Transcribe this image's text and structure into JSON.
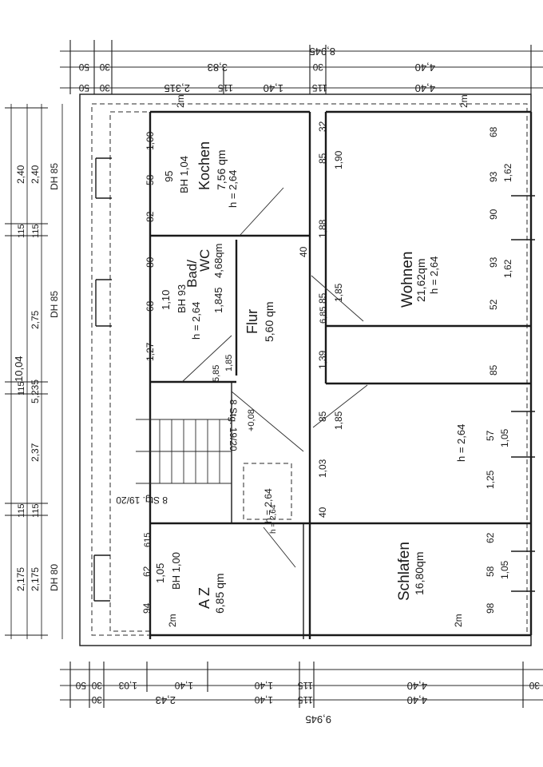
{
  "rooms": {
    "kochen": {
      "name": "Kochen",
      "area": "7,56 qm",
      "height": "h = 2,64",
      "bh": "BH 1,04",
      "d1": "95"
    },
    "bad": {
      "name": "Bad/",
      "name2": "WC",
      "area": "4,68qm",
      "height": "h = 2,64",
      "bh": "BH 93",
      "d1": "1,10",
      "d2": "1,845"
    },
    "flur": {
      "name": "Flur",
      "area": "5,60 qm"
    },
    "wohnen": {
      "name": "Wohnen",
      "area": "21,62qm",
      "height": "h = 2,64"
    },
    "mid": {
      "height": "h = 2,64"
    },
    "schlafen": {
      "name": "Schlafen",
      "area": "16,80qm"
    },
    "az": {
      "name": "A Z",
      "area": "6,85 qm",
      "bh": "BH 1,00",
      "d1": "1,05"
    },
    "stairs": {
      "upper": "8 Stg. 19/20",
      "lower": "8 Stg. 19/20",
      "level": "+0,08",
      "h": "h = 2,64",
      "h2": "h = 2,64"
    }
  },
  "labels_2m": [
    "2m",
    "2m",
    "2m",
    "2m"
  ],
  "dim_top": {
    "overall": "8,945",
    "row1": [
      "50",
      "30",
      "3,83",
      "30",
      "4,40"
    ],
    "row2": [
      "50",
      "30",
      "2,315",
      "115",
      "1,40",
      "115",
      "4,40"
    ]
  },
  "dim_bottom": {
    "overall": "9,945",
    "row1": [
      "50",
      "30",
      "1,03",
      "1,40",
      "1,40",
      "115",
      "4,40",
      "30"
    ],
    "row2": [
      "30",
      "2,43",
      "1,40",
      "115",
      "4,40"
    ]
  },
  "dim_left": {
    "overall": "10,04",
    "a": [
      "2,40",
      "2,40",
      "115",
      "115",
      "2,75",
      "5,235",
      "115",
      "2,37",
      "115",
      "115",
      "2,175",
      "2,175"
    ],
    "dh": [
      "DH 85",
      "DH 85",
      "DH 80"
    ]
  },
  "dim_inner_left": [
    "1,00",
    "58",
    "82",
    "80",
    "68",
    "1,27",
    "615",
    "62",
    "94"
  ],
  "dim_inner_mid": [
    "32",
    "85",
    "1,90",
    "1,88",
    "40",
    "85",
    "1,85",
    "6,85",
    "1,39",
    "85",
    "1,85",
    "1,03",
    "40",
    "5,85",
    "1,85"
  ],
  "dim_right": [
    "68",
    "93",
    "1,62",
    "90",
    "93",
    "1,62",
    "52",
    "85",
    "57",
    "1,05",
    "1,25",
    "62",
    "58",
    "1,05",
    "98"
  ]
}
